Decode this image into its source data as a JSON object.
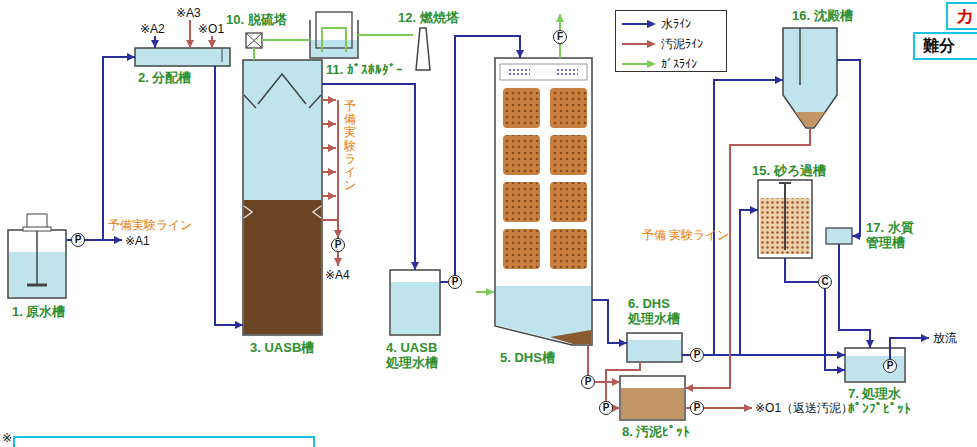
{
  "diagram": {
    "nodes": [
      {
        "text": [
          "1. 原水槽"
        ]
      },
      {
        "text": [
          "2. 分配槽"
        ]
      },
      {
        "text": [
          "3. UASB槽"
        ]
      },
      {
        "text": [
          "4. UASB 処理水槽"
        ]
      },
      {
        "text": [
          "5. DHS槽"
        ]
      },
      {
        "text": [
          "6. DHS 処理水槽"
        ]
      },
      {
        "text": [
          "7. 処理水 ﾎﾟﾝﾌﾟﾋﾟｯﾄ"
        ]
      },
      {
        "text": [
          "8. 汚泥ﾋﾟｯﾄ"
        ]
      },
      {
        "text": [
          "10. 脱硫塔"
        ]
      },
      {
        "text": [
          "11. ｶﾞｽﾎﾙﾀﾞｰ"
        ]
      },
      {
        "text": [
          "12. 燃焼塔"
        ]
      },
      {
        "text": [
          "15. 砂ろ過槽"
        ]
      },
      {
        "text": [
          "16. 沈殿槽"
        ]
      },
      {
        "text": [
          "17. 水質 管理槽"
        ]
      },
      {
        "text": [
          "P"
        ]
      },
      {
        "text": [
          "P"
        ]
      },
      {
        "text": [
          "P"
        ]
      },
      {
        "text": [
          "F"
        ]
      },
      {
        "text": [
          "P"
        ]
      },
      {
        "text": [
          "P"
        ]
      },
      {
        "text": [
          "P"
        ]
      },
      {
        "text": [
          "P"
        ],
        "in": 6
      },
      {
        "text": [
          "P"
        ]
      },
      {
        "text": [
          "C"
        ]
      },
      {
        "text": [
          "カ"
        ]
      },
      {
        "text": [
          "難分"
        ]
      }
    ],
    "edges": [
      {
        "from": 0,
        "to": 14,
        "arrow": "none"
      },
      {
        "from": 14,
        "to": 1,
        "arrow": "to"
      },
      {
        "from": 1,
        "to": 2,
        "arrow": "to"
      },
      {
        "from": 2,
        "to": 8,
        "arrow": "none"
      },
      {
        "from": 8,
        "to": 9,
        "arrow": "none"
      },
      {
        "from": 9,
        "to": 10,
        "arrow": "none"
      },
      {
        "from": 2,
        "to": 15,
        "arrow": "to"
      },
      {
        "from": 2,
        "to": 3,
        "arrow": "to"
      },
      {
        "from": 3,
        "to": 16,
        "arrow": "none"
      },
      {
        "from": 16,
        "to": 4,
        "arrow": "to"
      },
      {
        "from": 4,
        "to": 17,
        "arrow": "none"
      },
      {
        "from": 4,
        "to": 5,
        "arrow": "to"
      },
      {
        "from": 4,
        "to": 18,
        "arrow": "none"
      },
      {
        "from": 18,
        "to": 7,
        "arrow": "to"
      },
      {
        "from": 5,
        "to": 19,
        "arrow": "none"
      },
      {
        "from": 19,
        "to": 7,
        "arrow": "to"
      },
      {
        "from": 5,
        "to": 20,
        "arrow": "none"
      },
      {
        "from": 20,
        "to": 6,
        "arrow": "to"
      },
      {
        "from": 20,
        "to": 12,
        "arrow": "to"
      },
      {
        "from": 20,
        "to": 11,
        "arrow": "to"
      },
      {
        "from": 12,
        "to": 13,
        "arrow": "to"
      },
      {
        "from": 13,
        "to": 6,
        "arrow": "to"
      },
      {
        "from": 11,
        "to": 23,
        "arrow": "none"
      },
      {
        "from": 23,
        "to": 6,
        "arrow": "to"
      },
      {
        "from": 12,
        "to": 7,
        "arrow": "to"
      },
      {
        "from": 7,
        "to": 22,
        "arrow": "none"
      }
    ],
    "labels": [
      "※A3",
      "※A2",
      "※O1",
      "予備実験ライン",
      "※A1",
      "予備実験ライン",
      "※A4",
      "予備 実験ライン",
      "※O1（返送汚泥）",
      "放流",
      "※"
    ],
    "legend": [
      {
        "text": "水ﾗｲﾝ",
        "color": "#2b2f9a"
      },
      {
        "text": "汚泥ﾗｲﾝ",
        "color": "#b55a55"
      },
      {
        "text": "ｶﾞｽﾗｲﾝ",
        "color": "#7dcc55"
      }
    ]
  }
}
